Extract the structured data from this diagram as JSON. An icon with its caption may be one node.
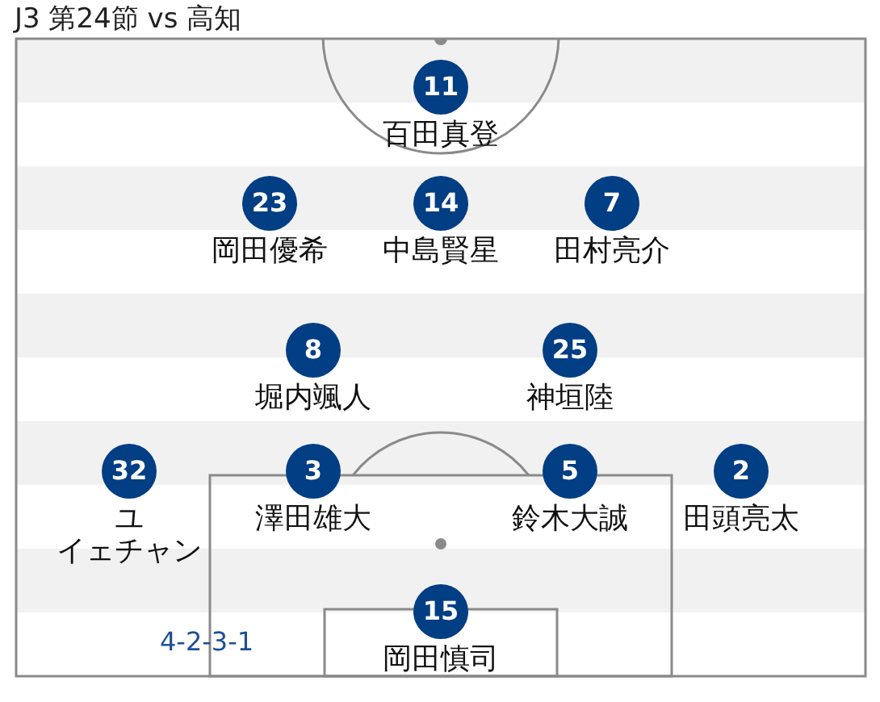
{
  "diagram": {
    "title": "J3 第24節 vs 高知",
    "nodes": [
      {
        "text": [
          "11",
          "百田真登"
        ]
      },
      {
        "text": [
          "23",
          "岡田優希"
        ]
      },
      {
        "text": [
          "14",
          "中島賢星"
        ]
      },
      {
        "text": [
          "7",
          "田村亮介"
        ]
      },
      {
        "text": [
          "8",
          "堀内颯人"
        ]
      },
      {
        "text": [
          "25",
          "神垣陸"
        ]
      },
      {
        "text": [
          "32",
          "ユイェチャン"
        ]
      },
      {
        "text": [
          "3",
          "澤田雄大"
        ]
      },
      {
        "text": [
          "5",
          "鈴木大誠"
        ]
      },
      {
        "text": [
          "2",
          "田頭亮太"
        ]
      },
      {
        "text": [
          "15",
          "岡田慎司"
        ]
      }
    ],
    "labels": [
      "4-2-3-1"
    ]
  }
}
